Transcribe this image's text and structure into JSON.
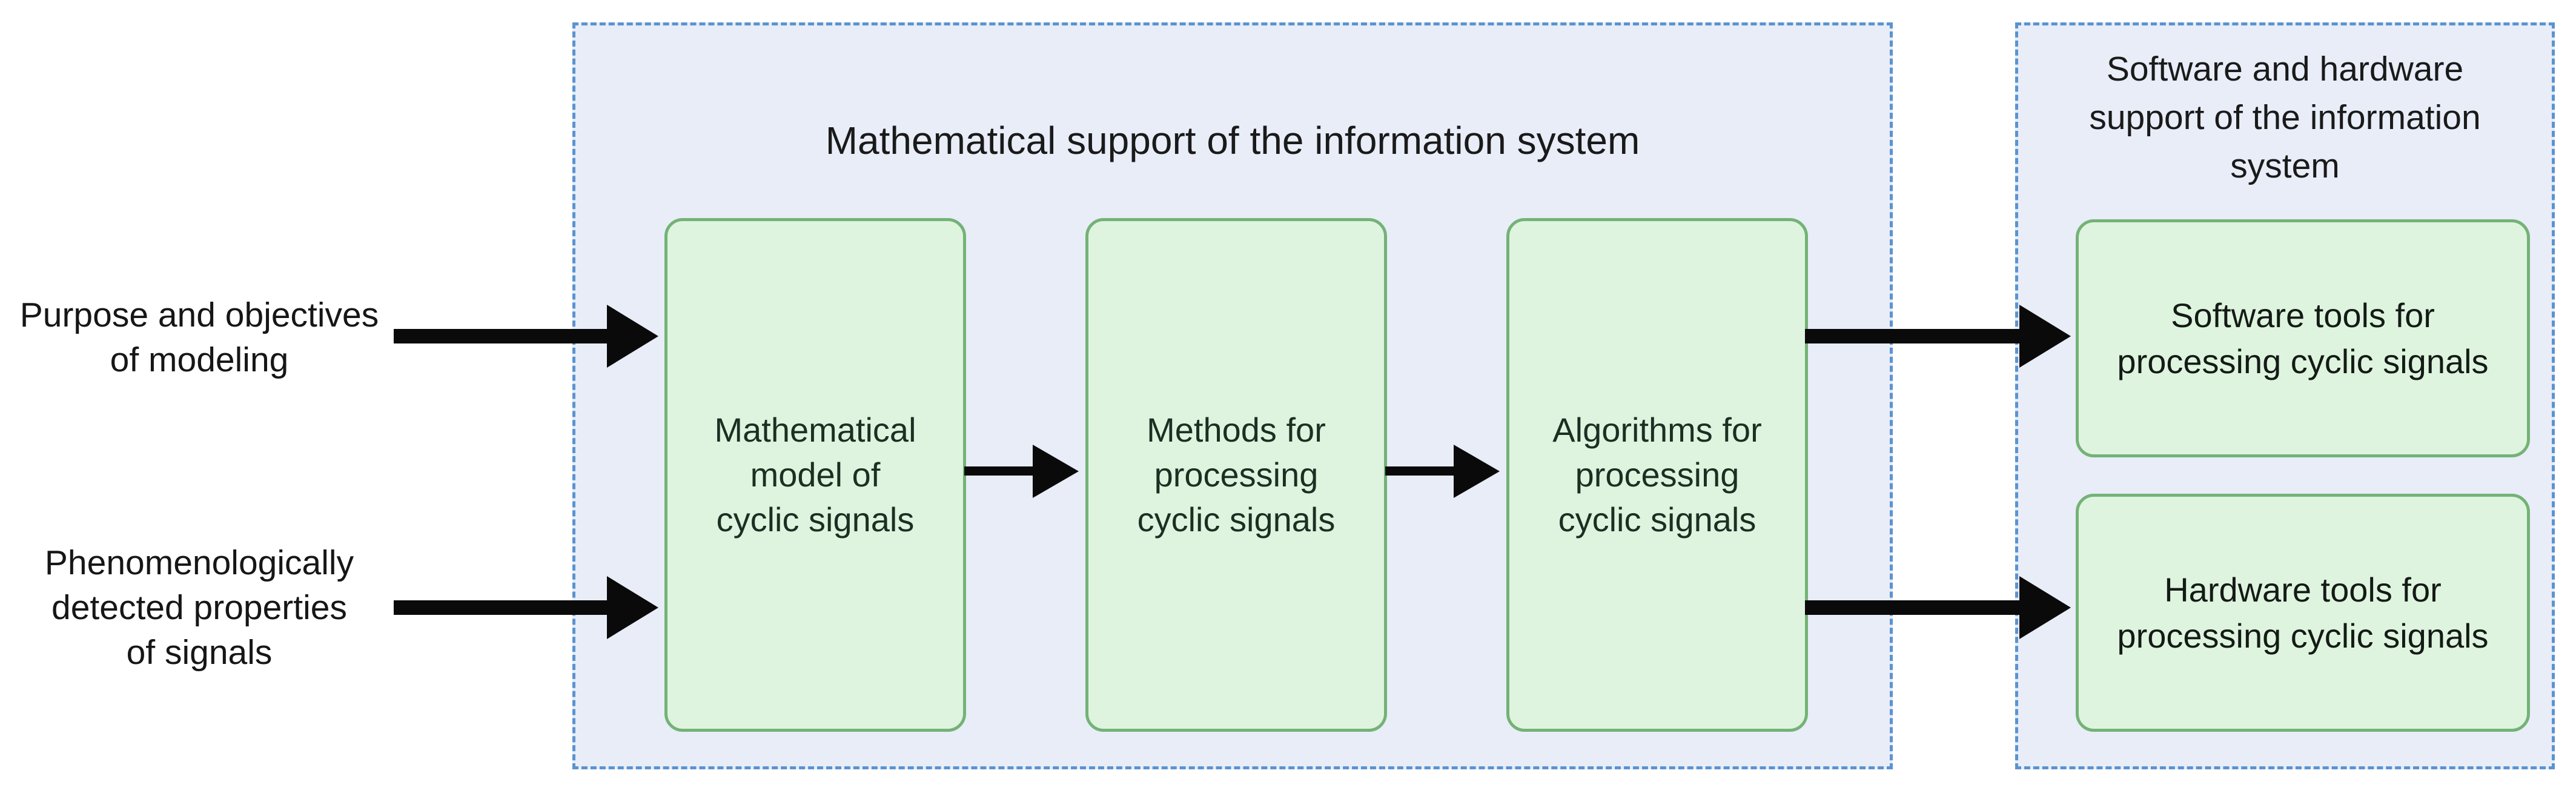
{
  "figure": {
    "type": "block-diagram",
    "colors": {
      "panel_fill": "#e8edf8",
      "panel_border": "#5b93d0",
      "box_fill": "#def4df",
      "box_border": "#74b276",
      "arrow": "#0a0a0a",
      "text": "#1a1a1a"
    },
    "left_inputs": [
      {
        "lines": [
          "Purpose and objectives",
          "of modeling"
        ]
      },
      {
        "lines": [
          "Phenomenologically",
          "detected properties",
          "of signals"
        ]
      }
    ],
    "math_panel": {
      "title": "Mathematical support of the information system",
      "boxes": [
        {
          "lines": [
            "Mathematical",
            "model of",
            "cyclic signals"
          ]
        },
        {
          "lines": [
            "Methods for",
            "processing",
            "cyclic signals"
          ]
        },
        {
          "lines": [
            "Algorithms for",
            "processing",
            "cyclic signals"
          ]
        }
      ]
    },
    "sw_hw_panel": {
      "title_lines": [
        "Software and hardware",
        "support of the information",
        "system"
      ],
      "boxes": [
        {
          "lines": [
            "Software tools for",
            "processing cyclic signals"
          ]
        },
        {
          "lines": [
            "Hardware tools for",
            "processing cyclic signals"
          ]
        }
      ]
    }
  }
}
